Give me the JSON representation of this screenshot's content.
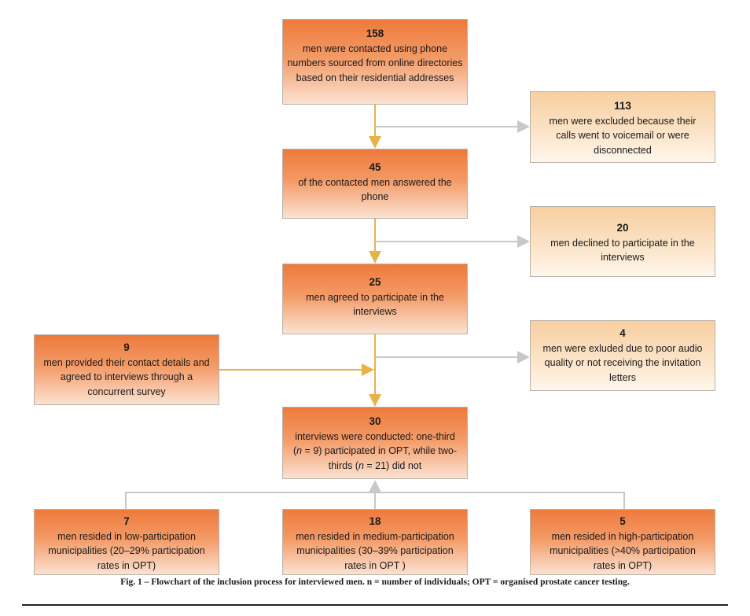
{
  "flowchart": {
    "contacted": {
      "number": "158",
      "text": "men were contacted using phone numbers sourced from online directories based on their residential addresses"
    },
    "excluded_voicemail": {
      "number": "113",
      "text": "men were excluded  because their calls went to voicemail or were disconnected"
    },
    "answered": {
      "number": "45",
      "text": "of the contacted men answered the phone"
    },
    "declined": {
      "number": "20",
      "text": "men declined to participate in the interviews"
    },
    "agreed": {
      "number": "25",
      "text": "men agreed to participate in the interviews"
    },
    "survey": {
      "number": "9",
      "text": "men provided their contact details and agreed to interviews through a concurrent survey"
    },
    "excluded_audio": {
      "number": "4",
      "text": "men were exluded due to poor audio quality or not receiving the invitation letters"
    },
    "conducted": {
      "number": "30",
      "text_line1": "interviews were conducted: one-third (",
      "n1_label": "n",
      "text_line2": " = 9) participated in OPT, while two-thirds (",
      "n2_label": "n",
      "text_line3": " = 21) did not"
    },
    "low": {
      "number": "7",
      "text": "men resided in low-participation municipalities (20–29% participation rates in OPT)"
    },
    "medium": {
      "number": "18",
      "text": "men resided in medium-participation municipalities (30–39% participation rates in OPT )"
    },
    "high": {
      "number": "5",
      "text": "men resided in high-participation municipalities (>40% participation rates in OPT)"
    }
  },
  "caption": {
    "text": "Fig. 1 – Flowchart of the inclusion process for interviewed men. n = number of individuals; OPT = organised prostate cancer testing."
  },
  "colors": {
    "main_arrow": "#e8b24a",
    "side_arrow": "#c8c8c8"
  }
}
